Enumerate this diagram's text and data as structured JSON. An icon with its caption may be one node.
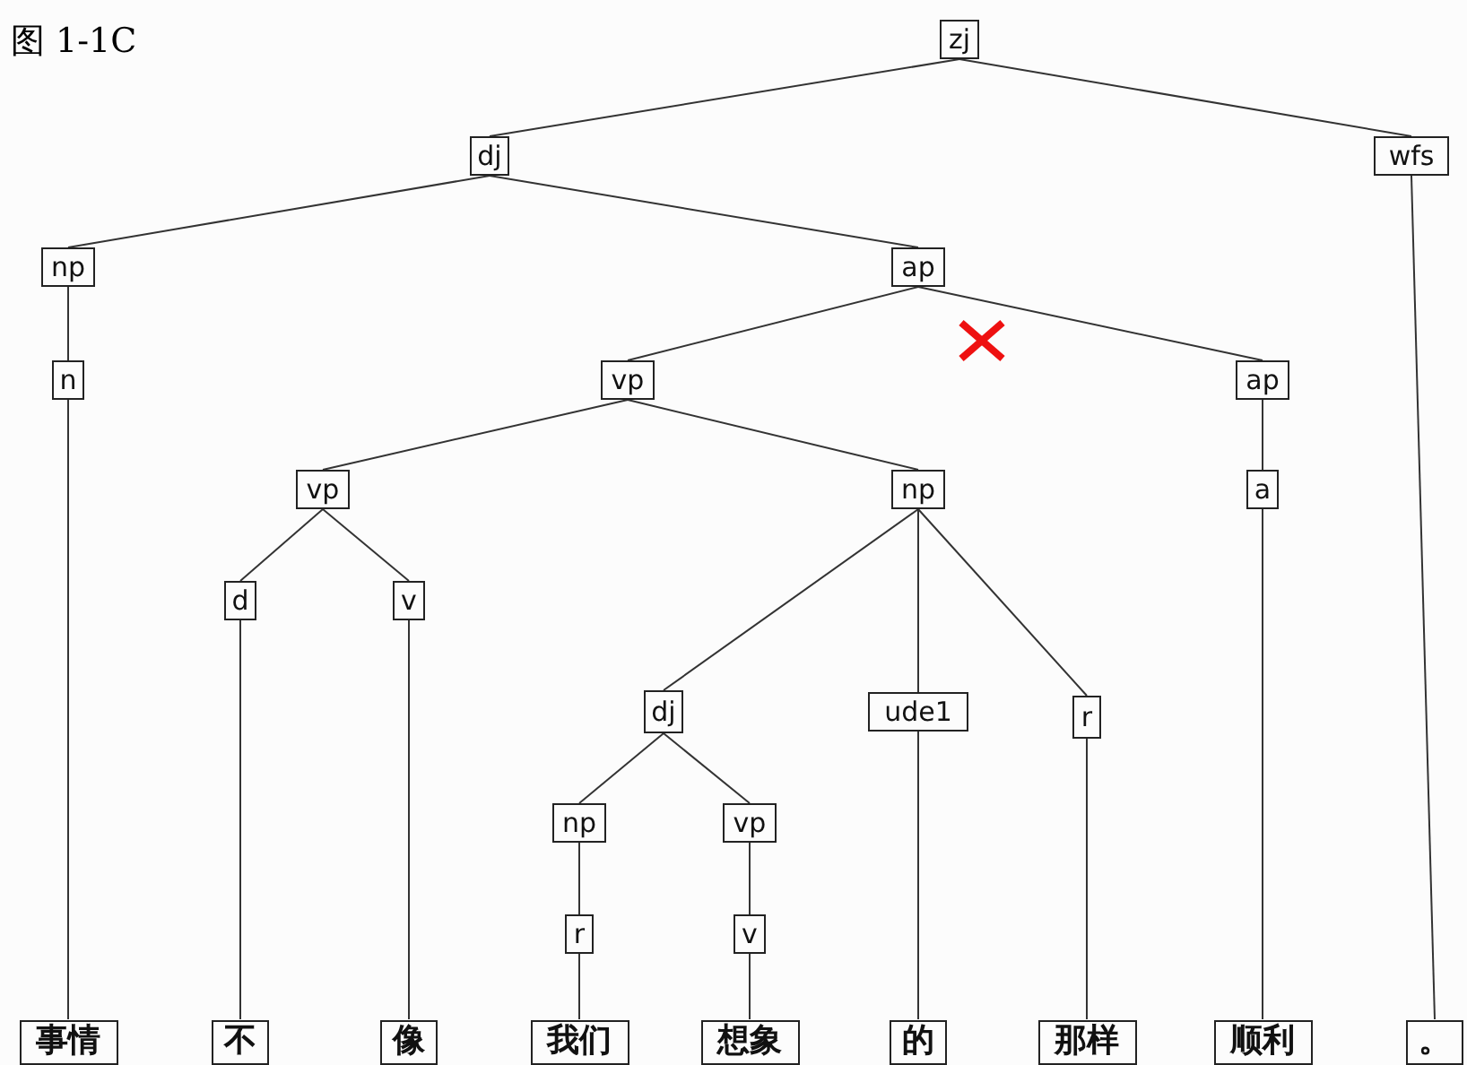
{
  "diagram": {
    "title": "图 1-1C",
    "nodes": [
      {
        "text": [
          "zj"
        ]
      },
      {
        "text": [
          "dj"
        ]
      },
      {
        "text": [
          "wfs"
        ]
      },
      {
        "text": [
          "np"
        ]
      },
      {
        "text": [
          "ap"
        ]
      },
      {
        "text": [
          "n"
        ]
      },
      {
        "text": [
          "vp"
        ]
      },
      {
        "text": [
          "ap"
        ]
      },
      {
        "text": [
          "vp"
        ]
      },
      {
        "text": [
          "np"
        ]
      },
      {
        "text": [
          "a"
        ]
      },
      {
        "text": [
          "d"
        ]
      },
      {
        "text": [
          "v"
        ]
      },
      {
        "text": [
          "dj"
        ]
      },
      {
        "text": [
          "ude1"
        ]
      },
      {
        "text": [
          "r"
        ]
      },
      {
        "text": [
          "np"
        ]
      },
      {
        "text": [
          "vp"
        ]
      },
      {
        "text": [
          "r"
        ]
      },
      {
        "text": [
          "v"
        ]
      },
      {
        "text": [
          "事情"
        ]
      },
      {
        "text": [
          "不"
        ]
      },
      {
        "text": [
          "像"
        ]
      },
      {
        "text": [
          "我们"
        ]
      },
      {
        "text": [
          "想象"
        ]
      },
      {
        "text": [
          "的"
        ]
      },
      {
        "text": [
          "那样"
        ]
      },
      {
        "text": [
          "顺利"
        ]
      },
      {
        "text": [
          "。"
        ]
      }
    ],
    "edges": [
      {
        "from": 0,
        "to": 1,
        "arrow": "none"
      },
      {
        "from": 0,
        "to": 2,
        "arrow": "none"
      },
      {
        "from": 1,
        "to": 3,
        "arrow": "none"
      },
      {
        "from": 1,
        "to": 4,
        "arrow": "none"
      },
      {
        "from": 3,
        "to": 5,
        "arrow": "none"
      },
      {
        "from": 4,
        "to": 6,
        "arrow": "none"
      },
      {
        "from": 4,
        "to": 7,
        "arrow": "none"
      },
      {
        "from": 6,
        "to": 8,
        "arrow": "none"
      },
      {
        "from": 6,
        "to": 9,
        "arrow": "none"
      },
      {
        "from": 7,
        "to": 10,
        "arrow": "none"
      },
      {
        "from": 8,
        "to": 11,
        "arrow": "none"
      },
      {
        "from": 8,
        "to": 12,
        "arrow": "none"
      },
      {
        "from": 9,
        "to": 13,
        "arrow": "none"
      },
      {
        "from": 9,
        "to": 14,
        "arrow": "none"
      },
      {
        "from": 9,
        "to": 15,
        "arrow": "none"
      },
      {
        "from": 13,
        "to": 16,
        "arrow": "none"
      },
      {
        "from": 13,
        "to": 17,
        "arrow": "none"
      },
      {
        "from": 16,
        "to": 18,
        "arrow": "none"
      },
      {
        "from": 17,
        "to": 19,
        "arrow": "none"
      },
      {
        "from": 5,
        "to": 20,
        "arrow": "none"
      },
      {
        "from": 11,
        "to": 21,
        "arrow": "none"
      },
      {
        "from": 12,
        "to": 22,
        "arrow": "none"
      },
      {
        "from": 18,
        "to": 23,
        "arrow": "none"
      },
      {
        "from": 19,
        "to": 24,
        "arrow": "none"
      },
      {
        "from": 14,
        "to": 25,
        "arrow": "none"
      },
      {
        "from": 15,
        "to": 26,
        "arrow": "none"
      },
      {
        "from": 10,
        "to": 27,
        "arrow": "none"
      },
      {
        "from": 2,
        "to": 28,
        "arrow": "none"
      }
    ]
  }
}
